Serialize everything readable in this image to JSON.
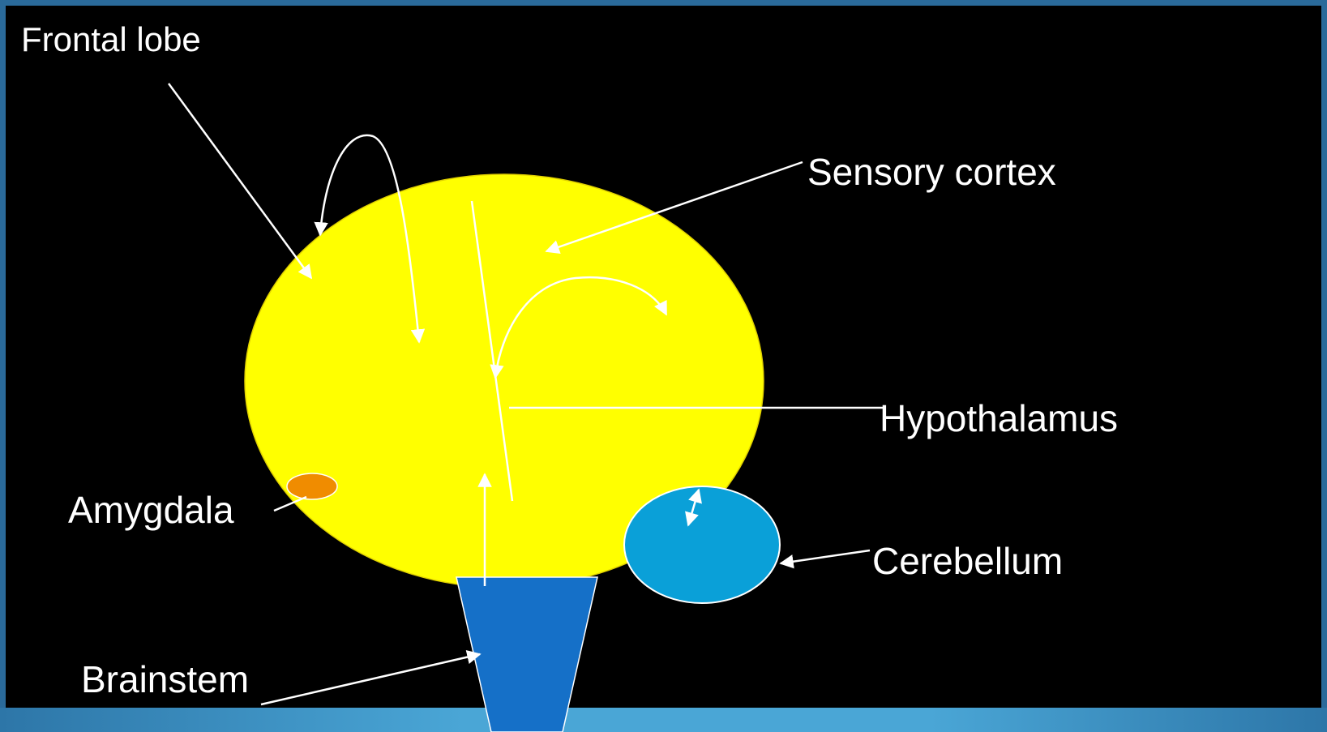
{
  "labels": {
    "frontal_lobe": "Frontal lobe",
    "sensory_cortex": "Sensory cortex",
    "hypothalamus": "Hypothalamus",
    "amygdala": "Amygdala",
    "cerebellum": "Cerebellum",
    "brainstem": "Brainstem"
  },
  "colors": {
    "background": "#000000",
    "frame_border": "#2a6a9a",
    "bottom_band": "#4a9fcf",
    "brain": "#ffff00",
    "amygdala": "#f08c00",
    "cerebellum": "#0aa0d8",
    "brainstem": "#1570c8",
    "lines": "#ffffff"
  }
}
